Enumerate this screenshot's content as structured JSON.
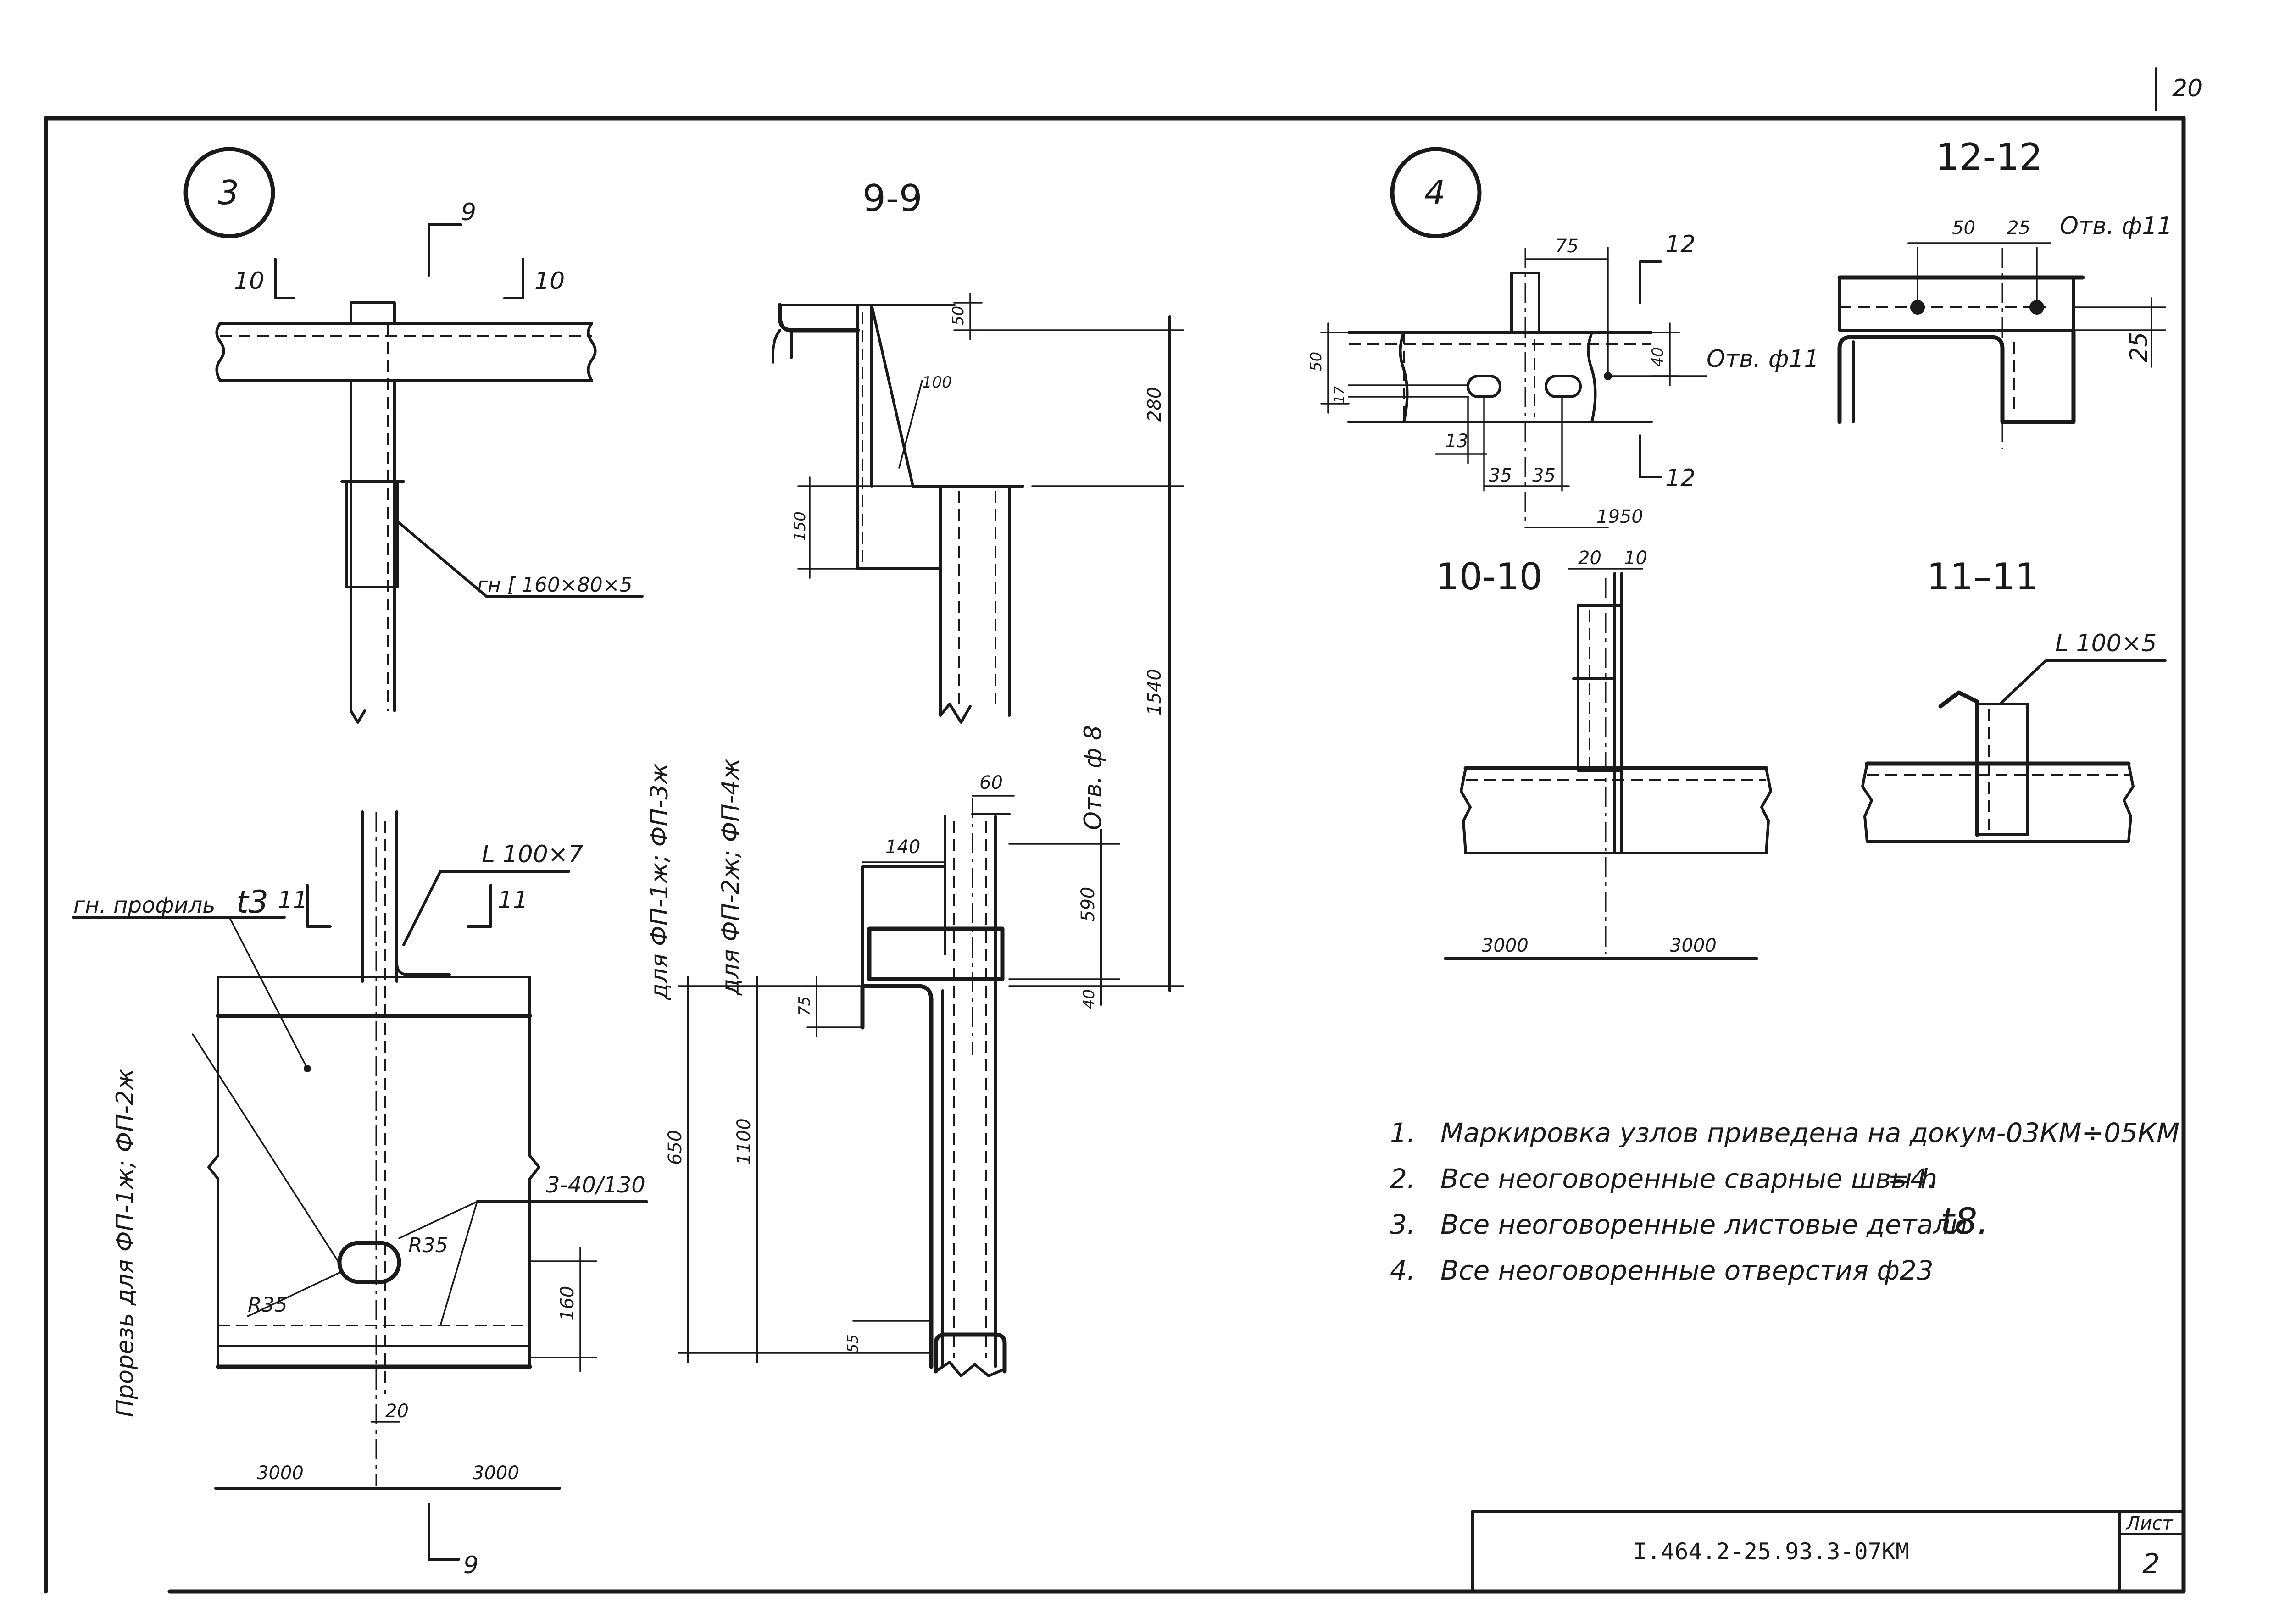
{
  "sheet": {
    "page_number": "20",
    "stamp_code": "I.464.2-25.93.3-07KM",
    "list_label": "Лист",
    "list_number": "2"
  },
  "node3": {
    "marker": "3",
    "cut_9_top": "9",
    "cut_9_bottom": "9",
    "cut_10_left": "10",
    "cut_10_right": "10",
    "channel_label": "гн [ 160×80×5",
    "profile_label": "гн. профиль",
    "profile_thickness": "t3",
    "cut_11_left": "11",
    "cut_11_right": "11",
    "angle_label": "L 100×7",
    "slot_label": "Прорезь для ФП-1ж; ФП-2ж",
    "radius_left": "R35",
    "radius_right": "R35",
    "bolt_label": "3-40/130",
    "dim_160": "160",
    "dim_20": "20",
    "dim_3000_left": "3000",
    "dim_3000_right": "3000"
  },
  "section9": {
    "title": "9-9",
    "dim_50": "50",
    "dim_100": "100",
    "dim_280": "280",
    "dim_150": "150",
    "dim_1540": "1540",
    "hole_label": "Отв. ф 8",
    "dim_60": "60",
    "dim_140": "140",
    "dim_590": "590",
    "dim_40": "40",
    "dim_75": "75",
    "dim_650": "650",
    "dim_1100": "1100",
    "dim_55": "55",
    "note_a": "для ФП-1ж; ФП-3ж",
    "note_b": "для ФП-2ж; ФП-4ж"
  },
  "node4": {
    "marker": "4",
    "dim_75": "75",
    "cut_12_top": "12",
    "cut_12_bottom": "12",
    "dim_50": "50",
    "dim_17": "17",
    "dim_40": "40",
    "hole_label": "Отв. ф11",
    "dim_13": "13",
    "dim_35a": "35",
    "dim_35b": "35",
    "dim_1950": "1950"
  },
  "section12": {
    "title": "12-12",
    "dim_50": "50",
    "dim_25_top": "25",
    "hole_label": "Отв. ф11",
    "dim_25_side": "25"
  },
  "section10": {
    "title": "10-10",
    "dim_20": "20",
    "dim_10": "10",
    "dim_3000_left": "3000",
    "dim_3000_right": "3000"
  },
  "section11": {
    "title": "11–11",
    "angle_label": "L 100×5"
  },
  "notes": [
    {
      "num": "1.",
      "text": "Маркировка  узлов  приведена на докум-03КМ÷05КМ"
    },
    {
      "num": "2.",
      "text": "Все  неоговоренные  сварные швы h",
      "suffix": "=4."
    },
    {
      "num": "3.",
      "text": "Все  неоговоренные  листовые детали",
      "suffix": "t8."
    },
    {
      "num": "4.",
      "text": "Все  неоговоренные  отверстия  ф23"
    }
  ]
}
